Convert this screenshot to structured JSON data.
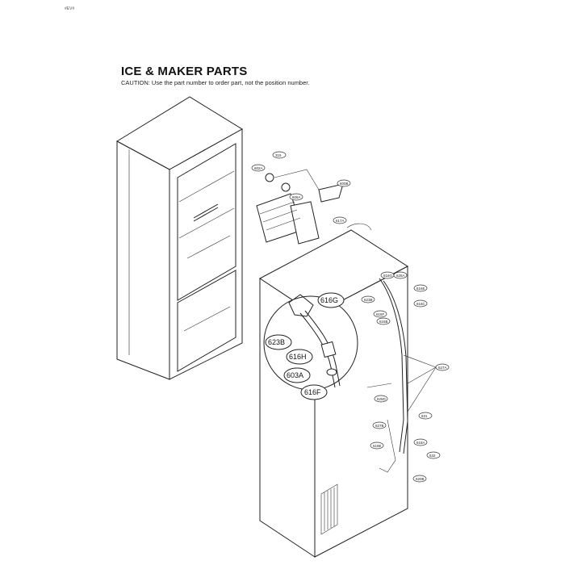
{
  "header": {
    "corner_code": "#EV#",
    "title": "ICE & MAKER PARTS",
    "caution": "CAUTION: Use the part number to order part, not the position number."
  },
  "callouts_small": [
    "315",
    "602A",
    "600B",
    "606A",
    "617A",
    "616G",
    "625A",
    "616E",
    "616C",
    "623B",
    "616F",
    "616B",
    "627A",
    "625D",
    "631",
    "627B",
    "618A",
    "632",
    "619E",
    "620B"
  ],
  "callouts_large": [
    "616G",
    "623B",
    "616H",
    "603A",
    "616F"
  ]
}
